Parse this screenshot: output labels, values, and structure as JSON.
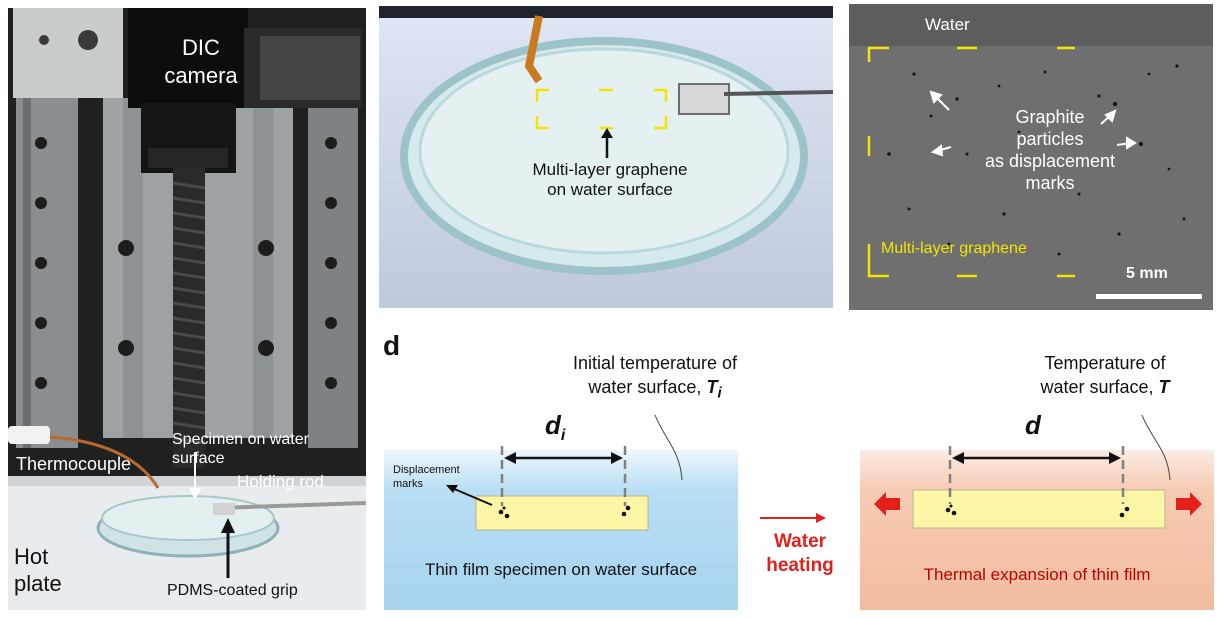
{
  "panel_a": {
    "camera_label": "DIC camera",
    "specimen_label": "Specimen on water surface",
    "thermocouple_label": "Thermocouple",
    "holding_rod_label": "Holding rod",
    "hot_plate_label": "Hot plate",
    "grip_label": "PDMS-coated grip"
  },
  "panel_b": {
    "graphene_label_line1": "Multi-layer graphene",
    "graphene_label_line2": "on water surface"
  },
  "panel_c": {
    "water_label": "Water",
    "particles_line1": "Graphite",
    "particles_line2": "particles",
    "particles_line3": "as displacement",
    "particles_line4": "marks",
    "graphene_label": "Multi-layer graphene",
    "scale_label": "5 mm",
    "accent_yellow": "#f2e600"
  },
  "panel_d": {
    "label": "d",
    "initial_temp_line1": "Initial temperature of",
    "initial_temp_line2": "water surface, ",
    "initial_temp_symbol": "T",
    "initial_temp_sub": "i",
    "distance_initial": "d",
    "distance_initial_sub": "i",
    "displacement_line1": "Displacement",
    "displacement_line2": "marks",
    "left_caption": "Thin film specimen on water surface",
    "heating_line1": "Water",
    "heating_line2": "heating",
    "final_temp_line1": "Temperature of",
    "final_temp_line2": "water surface, ",
    "final_temp_symbol": "T",
    "distance_final": "d",
    "right_caption": "Thermal expansion of thin film",
    "cold_color": "#a9d6f1",
    "hot_color": "#f2bfa3",
    "film_color": "#fdf6a6",
    "arrow_red": "#e3201b",
    "caption_red": "#c00000"
  }
}
